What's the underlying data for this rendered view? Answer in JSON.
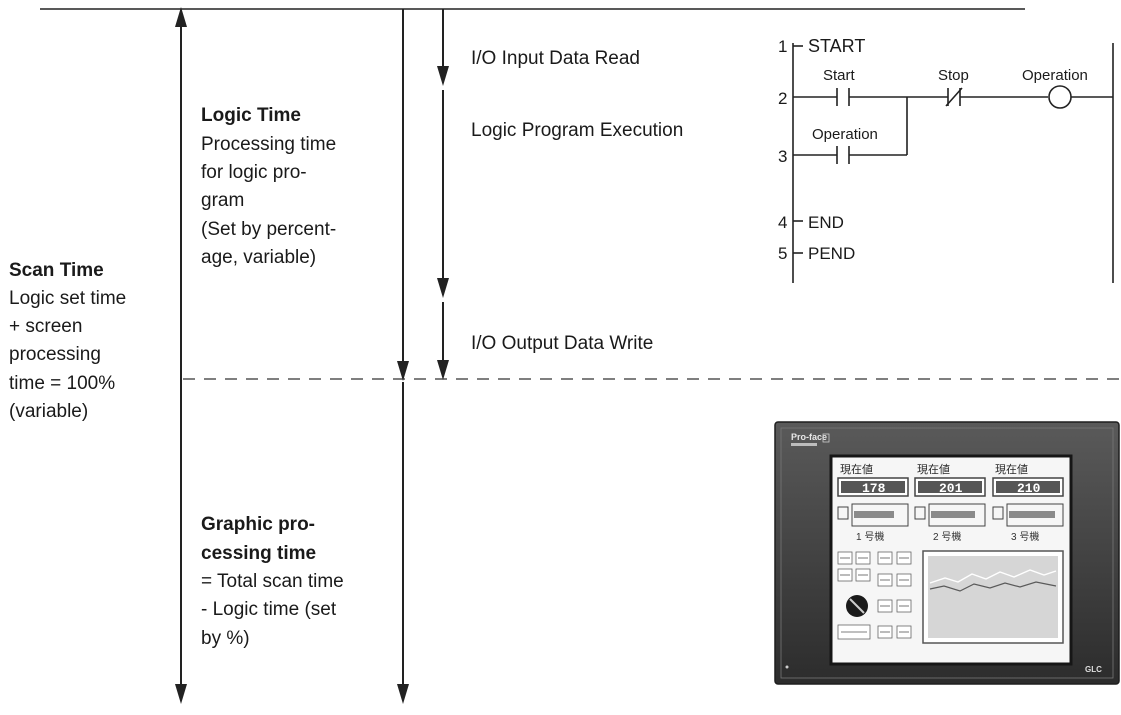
{
  "scan_time": {
    "title": "Scan Time",
    "lines": [
      "Logic set time",
      "+ screen",
      "processing",
      "time = 100%",
      "(variable)"
    ]
  },
  "logic_time": {
    "title": "Logic Time",
    "lines": [
      "Processing time",
      "for logic pro-",
      "gram",
      "(Set by percent-",
      "age, variable)"
    ]
  },
  "process": {
    "input": "I/O Input Data Read",
    "execution": "Logic Program Execution",
    "output": "I/O Output Data Write"
  },
  "ladder": {
    "rungs": [
      "1",
      "2",
      "3",
      "4",
      "5"
    ],
    "start": "START",
    "contact_start": "Start",
    "contact_stop": "Stop",
    "coil": "Operation",
    "contact_operation": "Operation",
    "end": "END",
    "pend": "PEND"
  },
  "graphic": {
    "title_lines": [
      "Graphic pro-",
      "cessing time"
    ],
    "lines": [
      "= Total scan time",
      "- Logic time (set",
      "by %)"
    ]
  },
  "device": {
    "brand": "Pro-face",
    "counter_label": "現在値",
    "counters": [
      "178",
      "201",
      "210"
    ],
    "machines": [
      "1 号機",
      "2 号機",
      "3 号機"
    ]
  }
}
